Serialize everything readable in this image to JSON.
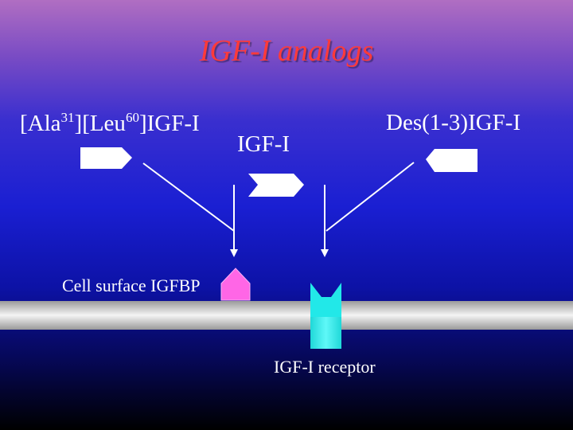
{
  "title": "IGF-I analogs",
  "analogs": {
    "left": {
      "prefix": "[Ala",
      "sup1": "31",
      "middle": "][Leu",
      "sup2": "60",
      "suffix": "]IGF-I"
    },
    "center": "IGF-I",
    "right": "Des(1-3)IGF-I"
  },
  "labels": {
    "igfbp": "Cell surface IGFBP",
    "receptor": "IGF-I receptor"
  },
  "colors": {
    "title": "#ff3a3a",
    "igfbp": "#ff66e6",
    "receptor": "#33f0ee",
    "membrane": "#d8d8d8",
    "ligand": "#ffffff"
  }
}
